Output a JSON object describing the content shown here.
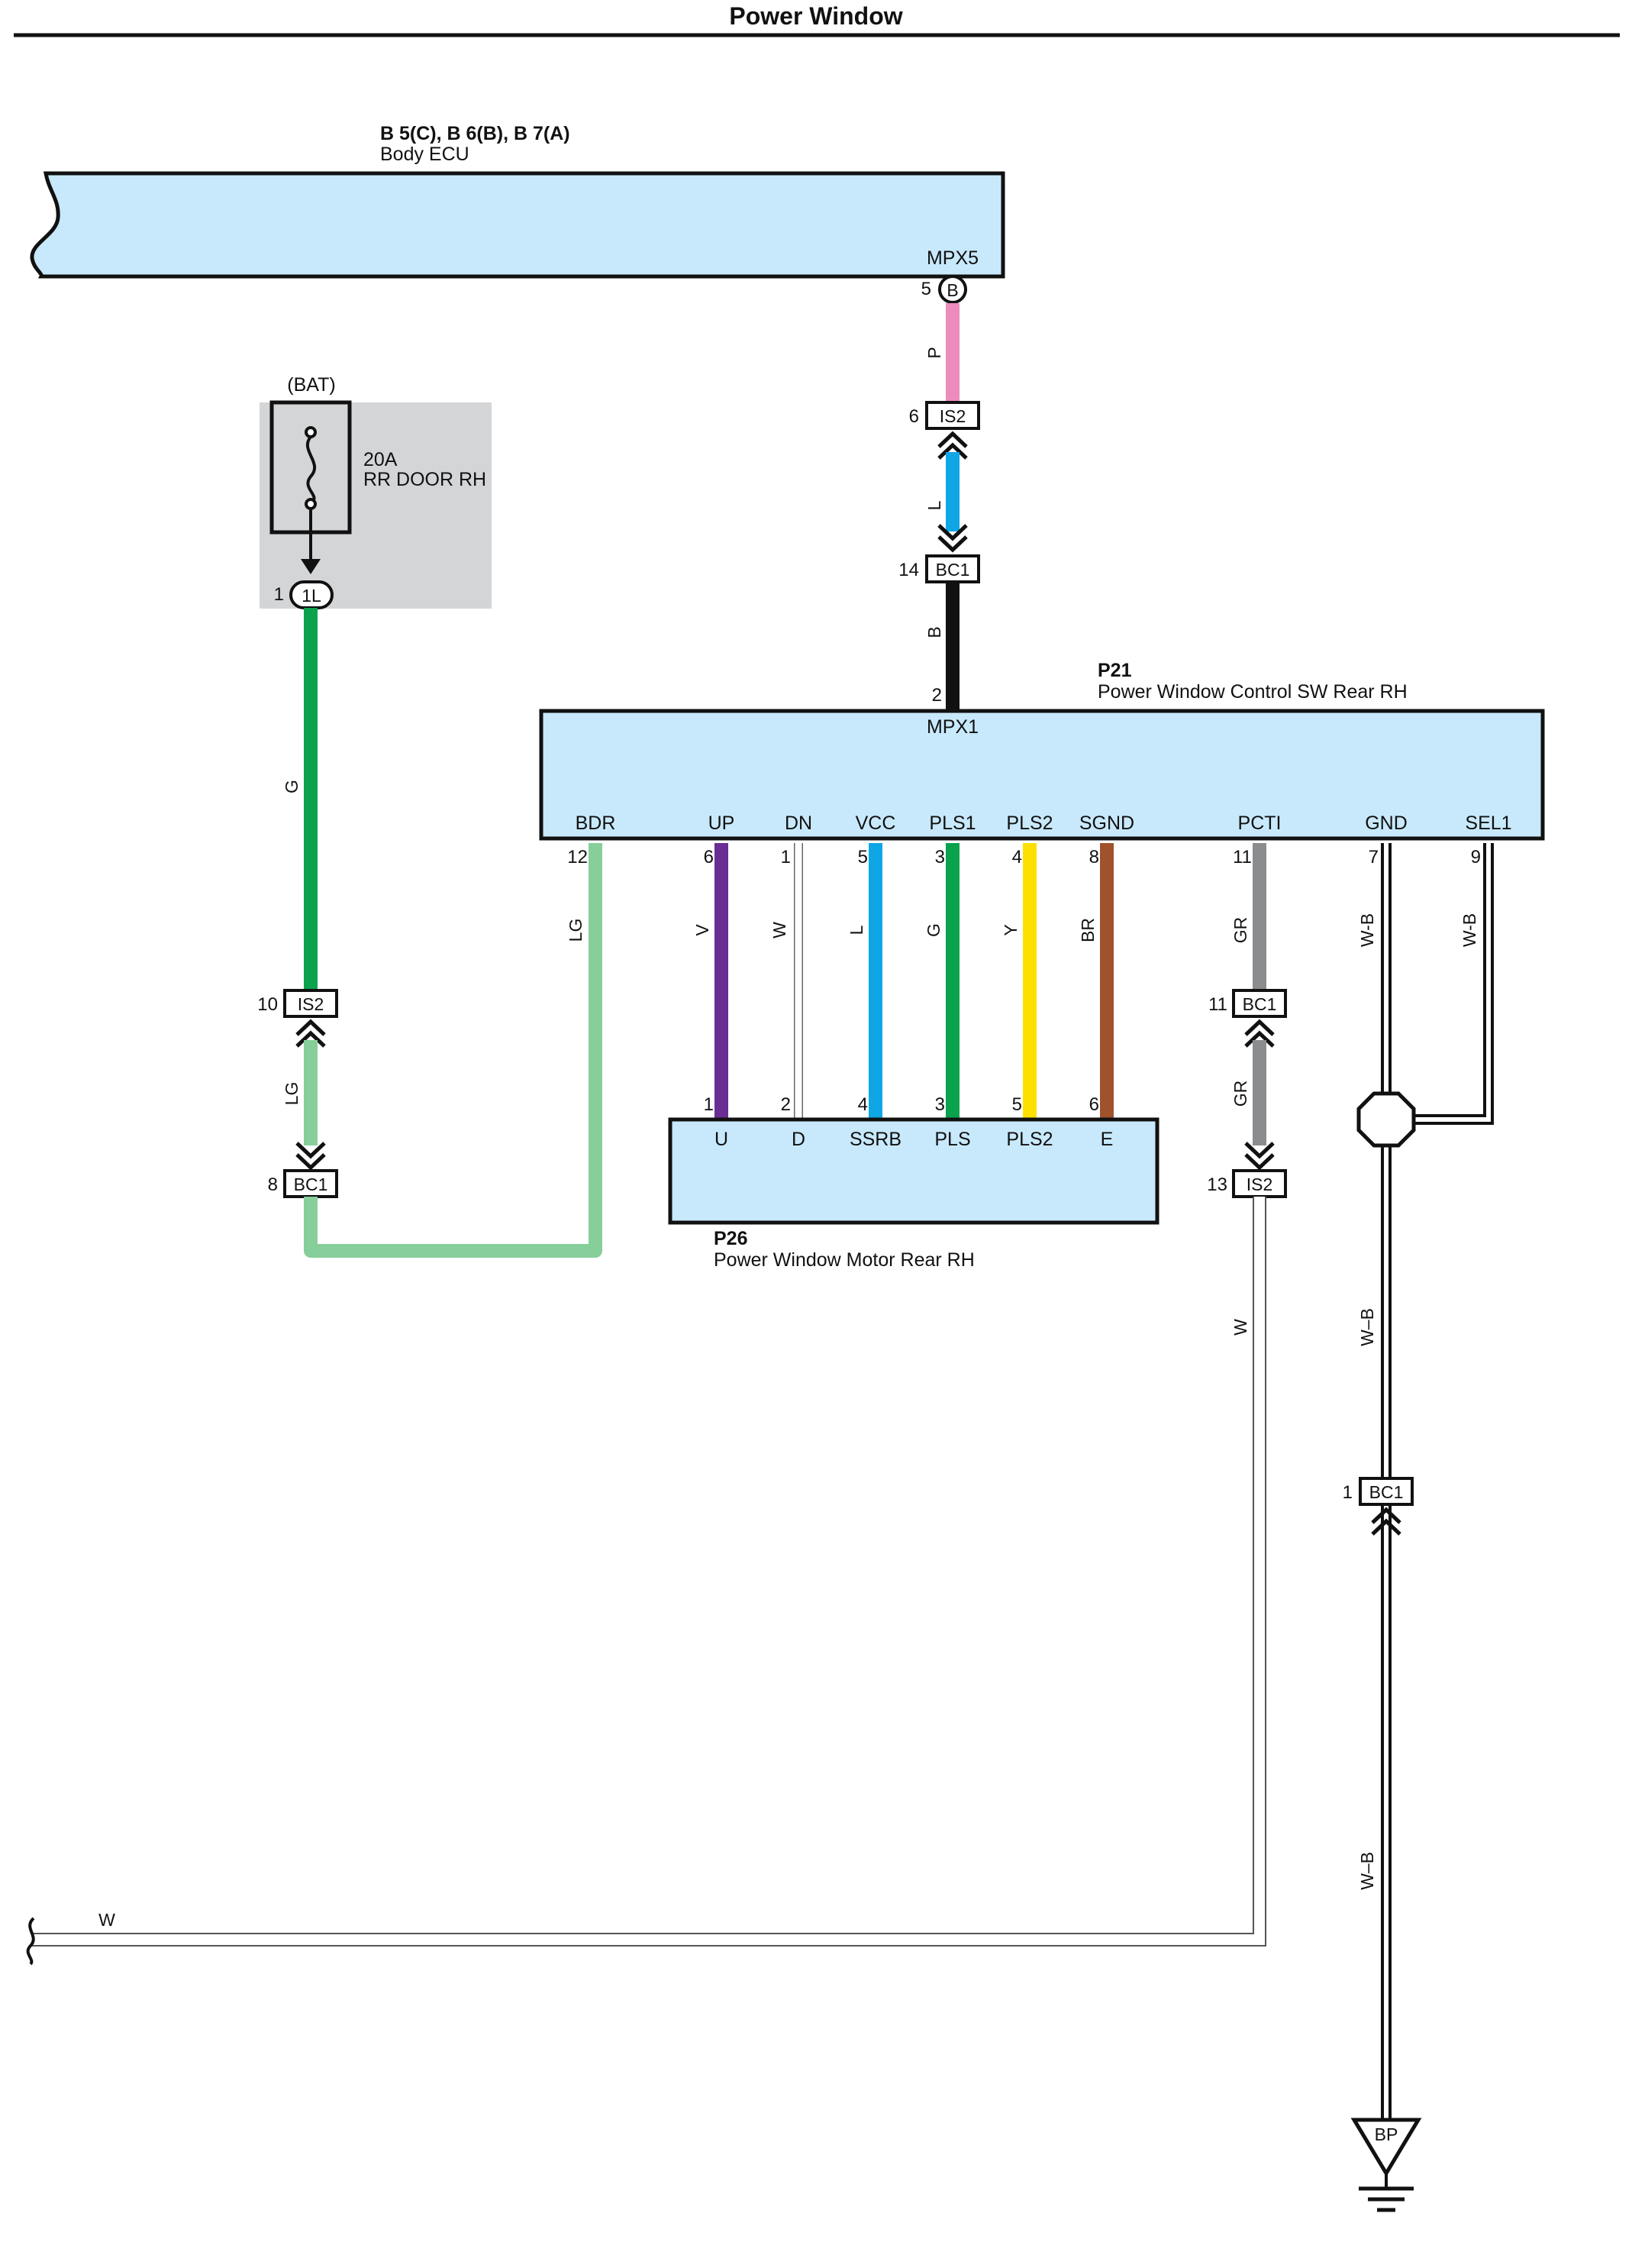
{
  "page": {
    "title": "Power Window"
  },
  "colors": {
    "ecu_fill": "#c8e9fb",
    "fuse_box": "#d4d5d7",
    "P": "#ec8cbd",
    "L": "#0fa6e6",
    "B": "#111111",
    "G": "#0aa24c",
    "LG": "#86cf9a",
    "V": "#6a2d94",
    "W": "#ffffff",
    "Y": "#fde000",
    "BR": "#a0522d",
    "GR": "#8a8c8e",
    "WB": "#ffffff"
  },
  "body_ecu": {
    "code": "B 5(C), B 6(B), B 7(A)",
    "name": "Body ECU",
    "terminal": "MPX5",
    "pin": "5",
    "pin_letter": "B"
  },
  "fuse": {
    "source": "(BAT)",
    "rating": "20A",
    "name": "RR DOOR RH",
    "pin": "1",
    "connector": "1L"
  },
  "switch": {
    "code": "P21",
    "name": "Power Window Control SW Rear RH",
    "top_terminal": "MPX1",
    "top_pin": "2",
    "terminals": [
      {
        "label": "BDR",
        "pin": "12",
        "wire": "LG"
      },
      {
        "label": "UP",
        "pin": "6",
        "wire": "V"
      },
      {
        "label": "DN",
        "pin": "1",
        "wire": "W"
      },
      {
        "label": "VCC",
        "pin": "5",
        "wire": "L"
      },
      {
        "label": "PLS1",
        "pin": "3",
        "wire": "G"
      },
      {
        "label": "PLS2",
        "pin": "4",
        "wire": "Y"
      },
      {
        "label": "SGND",
        "pin": "8",
        "wire": "BR"
      },
      {
        "label": "PCTI",
        "pin": "11",
        "wire": "GR"
      },
      {
        "label": "GND",
        "pin": "7",
        "wire": "W-B"
      },
      {
        "label": "SEL1",
        "pin": "9",
        "wire": "W-B"
      }
    ]
  },
  "motor": {
    "code": "P26",
    "name": "Power Window Motor Rear RH",
    "terminals": [
      {
        "label": "U",
        "pin": "1"
      },
      {
        "label": "D",
        "pin": "2"
      },
      {
        "label": "SSRB",
        "pin": "4"
      },
      {
        "label": "PLS",
        "pin": "3"
      },
      {
        "label": "PLS2",
        "pin": "5"
      },
      {
        "label": "E",
        "pin": "6"
      }
    ]
  },
  "connectors": {
    "ecu_is2": {
      "name": "IS2",
      "pin": "6"
    },
    "ecu_bc1": {
      "name": "BC1",
      "pin": "14"
    },
    "left_is2": {
      "name": "IS2",
      "pin": "10"
    },
    "left_bc1": {
      "name": "BC1",
      "pin": "8"
    },
    "pcti_bc1": {
      "name": "BC1",
      "pin": "11"
    },
    "pcti_is2": {
      "name": "IS2",
      "pin": "13"
    },
    "gnd_bc1": {
      "name": "BC1",
      "pin": "1"
    }
  },
  "wire_labels": {
    "ecu_p": "P",
    "ecu_l": "L",
    "ecu_b": "B",
    "left_g": "G",
    "left_lg": "LG",
    "bdr_lg": "LG",
    "pcti_gr_lower": "GR",
    "pcti_w": "W",
    "gnd_wb_mid": "W–B",
    "gnd_wb_low": "W–B",
    "bottom_w": "W"
  },
  "ground": {
    "name": "BP"
  }
}
